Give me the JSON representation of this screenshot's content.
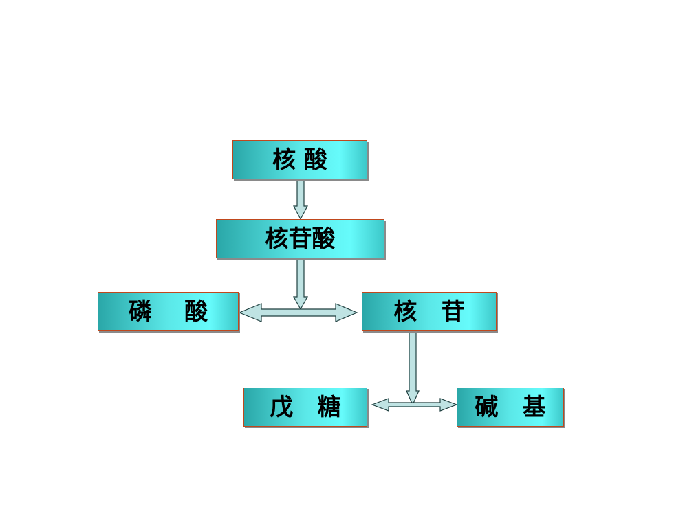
{
  "diagram": {
    "nodes": {
      "nucleic_acid": {
        "label": "核 酸"
      },
      "nucleotide": {
        "label": "核苷酸"
      },
      "phosphoric_acid": {
        "label": "磷    酸"
      },
      "nucleoside": {
        "label": "核   苷"
      },
      "pentose": {
        "label": "戊   糖"
      },
      "base": {
        "label": "碱   基"
      }
    },
    "edges": [
      {
        "from": "nucleic_acid",
        "to": "nucleotide",
        "type": "down-arrow"
      },
      {
        "from": "nucleotide",
        "to": [
          "phosphoric_acid",
          "nucleoside"
        ],
        "type": "split-double-arrow"
      },
      {
        "from": "nucleoside",
        "to": [
          "pentose",
          "base"
        ],
        "type": "split-double-arrow"
      }
    ],
    "colors": {
      "box_fill_dark": "#2aa7a8",
      "box_fill_light": "#66fbfb",
      "box_border": "#c0481d",
      "arrow_fill": "#bfe3e3",
      "arrow_stroke": "#1f3f3f"
    }
  }
}
